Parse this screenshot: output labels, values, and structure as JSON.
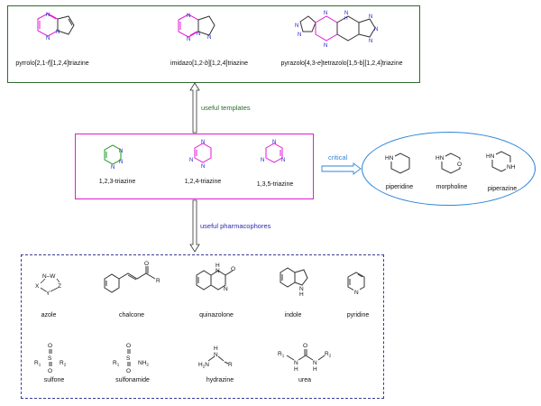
{
  "top_box": {
    "items": [
      {
        "label_pre": "pyrrolo[2,1-",
        "label_ital": "f",
        "label_post": "][1,2,4]triazine"
      },
      {
        "label_pre": "imidazo[1,2-",
        "label_ital": "b",
        "label_post": "][1,2,4]triazine"
      },
      {
        "label_pre": "pyrazolo[4,3-",
        "label_ital": "e",
        "label_post": "]tetrazolo[1,5-b][1,2,4]triazine"
      }
    ]
  },
  "arrows": {
    "templates_label": "useful templates",
    "pharmacophores_label": "useful pharmacophores",
    "critical_label": "critical"
  },
  "mid_box": {
    "items": [
      "1,2,3-triazine",
      "1,2,4-triazine",
      "1,3,5-triazine"
    ]
  },
  "ellipse": {
    "items": [
      "piperidine",
      "morpholine",
      "piperazine"
    ]
  },
  "bottom_box": {
    "row1": [
      "azole",
      "chalcone",
      "quinazolone",
      "indole",
      "pyridine"
    ],
    "row2": [
      "sulfone",
      "sulfonamide",
      "hydrazine",
      "urea"
    ]
  },
  "colors": {
    "top_border": "#2e6b2e",
    "triazine_magenta": "#e21ad6",
    "nitrogen_blue": "#2222cc",
    "triazine_green": "#1a9a1a",
    "ellipse_blue": "#2f86d6",
    "bottom_border": "#3a3a9a",
    "templates_text": "#2e6b2e",
    "pharmacophores_text": "#2b2bb3",
    "critical_text": "#2f86d6"
  }
}
